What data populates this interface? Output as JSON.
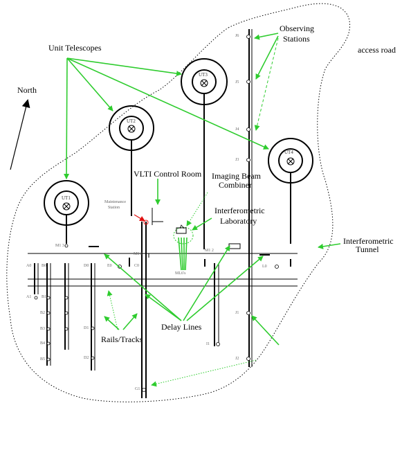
{
  "labels": {
    "unit_telescopes": "Unit Telescopes",
    "observing_stations_1": "Observing",
    "observing_stations_2": "Stations",
    "access_road": "access road",
    "north": "North",
    "vlti_control_room": "VLTI Control Room",
    "imaging_beam_1": "Imaging Beam",
    "imaging_beam_2": "Combiner",
    "interf_lab_1": "Interferometric",
    "interf_lab_2": "Laboratory",
    "interf_tunnel_1": "Interferometric",
    "interf_tunnel_2": "Tunnel",
    "delay_lines": "Delay Lines",
    "rails_tracks": "Rails/Tracks",
    "maintenance_1": "Maintenance",
    "maintenance_2": "Station",
    "ml6s": "ML6's"
  },
  "telescopes": [
    "UT1",
    "UT2",
    "UT3",
    "UT4"
  ],
  "stations": {
    "j6": "J6",
    "j5": "J5",
    "j4": "J4",
    "j3": "J3",
    "j1": "J1",
    "j2": "J2",
    "i1": "I1",
    "l0": "L0",
    "m12": "M1 2",
    "m13": "M1 3",
    "m14": "M1 2",
    "a0": "A0",
    "b0": "B0",
    "c0": "C0",
    "d0": "D0",
    "e0": "E0",
    "a1": "A1",
    "b1": "B1",
    "b2": "B2",
    "b3": "B3",
    "b4": "B4",
    "b5": "B5",
    "d1": "D1",
    "d2": "D2",
    "g1": "G1",
    "h0": "H0"
  },
  "colors": {
    "arrow": "#2ecc2e",
    "red_arrow": "#e01010"
  }
}
